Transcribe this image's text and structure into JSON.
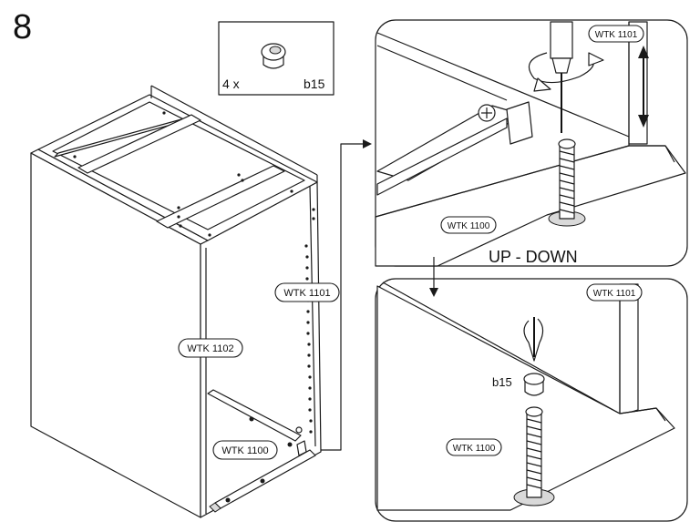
{
  "step_number": "8",
  "hardware": {
    "quantity": "4 x",
    "part_code": "b15"
  },
  "cabinet_labels": {
    "side_panel": "WTK 1102",
    "back_side": "WTK 1101",
    "bottom_rail": "WTK 1100"
  },
  "top_detail": {
    "side_label": "WTK 1101",
    "base_label": "WTK 1100",
    "caption": "UP - DOWN"
  },
  "bottom_detail": {
    "side_label": "WTK 1101",
    "base_label": "WTK 1100",
    "cap_label": "b15"
  },
  "colors": {
    "line": "#1a1a1a",
    "background": "#ffffff",
    "shade": "#d9d9d9"
  },
  "icons": [
    "screwdriver-icon",
    "rotate-arrow-icon",
    "up-down-arrow-icon",
    "down-arrow-icon",
    "foot-cap-icon"
  ]
}
